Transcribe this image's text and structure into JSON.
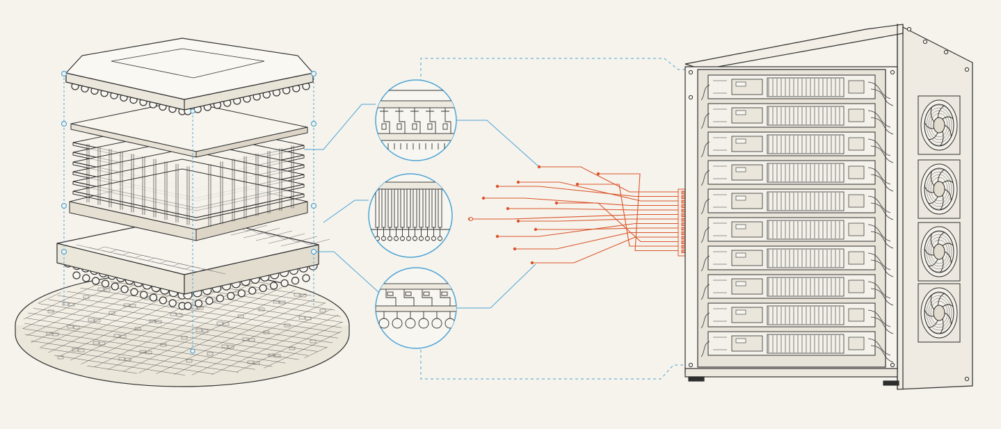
{
  "colors": {
    "background": "#f6f3ec",
    "ink": "#2d2d2d",
    "ink_light": "#6f6f6f",
    "callout_blue": "#4aa3d6",
    "signal_orange": "#d9542a"
  },
  "components": {
    "exploded_chip_stack": "exploded-chip-package",
    "detail_callouts": [
      "top-interconnect-detail",
      "through-silicon-via-detail",
      "bump-layer-detail"
    ],
    "signal_fanout": "signal-fanout-traces",
    "server_rack": "server-rack-with-fans"
  },
  "icons": [
    "chip-lid-icon",
    "wafer-icon",
    "magnifier-callout-icon",
    "fan-icon",
    "connector-icon"
  ]
}
